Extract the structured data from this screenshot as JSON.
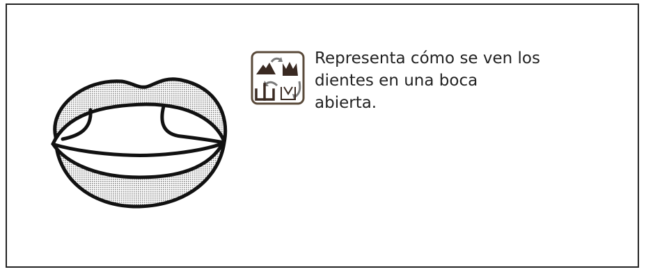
{
  "caption": {
    "text": "Representa cómo se ven los\ndientes en una boca\nabierta."
  },
  "icon": {
    "name": "pictogram-to-character-icon",
    "border_color": "#5a4a3a",
    "glyph_color": "#3a2a22",
    "arrow_color": "#7a7a7a"
  },
  "illustration": {
    "name": "open-mouth-teeth-drawing",
    "outline_color": "#111111",
    "lip_fill": "dotted-gray"
  }
}
